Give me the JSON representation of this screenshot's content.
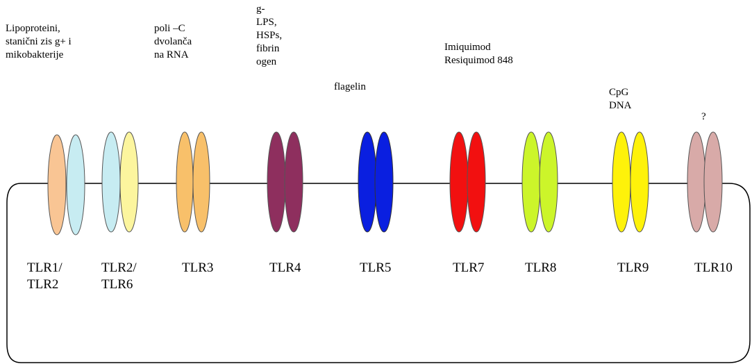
{
  "ligands": [
    "Lipoproteini,\nstanični zis g+ i\nmikobakterije",
    "poli –C\ndvolanča\nna RNA",
    "g-\nLPS,\nHSPs,\nfibrin\nogen",
    "flagelin",
    "Imiquimod\nResiquimod 848",
    "CpG\nDNA",
    "?"
  ],
  "receptors": [
    {
      "label": "TLR1/\nTLR2",
      "colors": [
        "#f9c594",
        "#c7ecf2"
      ]
    },
    {
      "label": "TLR2/\nTLR6",
      "colors": [
        "#c7ecf2",
        "#fcf59e"
      ]
    },
    {
      "label": "TLR3",
      "colors": [
        "#f8c06a",
        "#f8c06a"
      ]
    },
    {
      "label": "TLR4",
      "colors": [
        "#8e2f5e",
        "#8e2f5e"
      ]
    },
    {
      "label": "TLR5",
      "colors": [
        "#0a1fe0",
        "#0a1fe0"
      ]
    },
    {
      "label": "TLR7",
      "colors": [
        "#f21010",
        "#f21010"
      ]
    },
    {
      "label": "TLR8",
      "colors": [
        "#ccf52a",
        "#ccf52a"
      ]
    },
    {
      "label": "TLR9",
      "colors": [
        "#fef20a",
        "#fef20a"
      ]
    },
    {
      "label": "TLR10",
      "colors": [
        "#d8aaa8",
        "#d8aaa8"
      ]
    }
  ]
}
